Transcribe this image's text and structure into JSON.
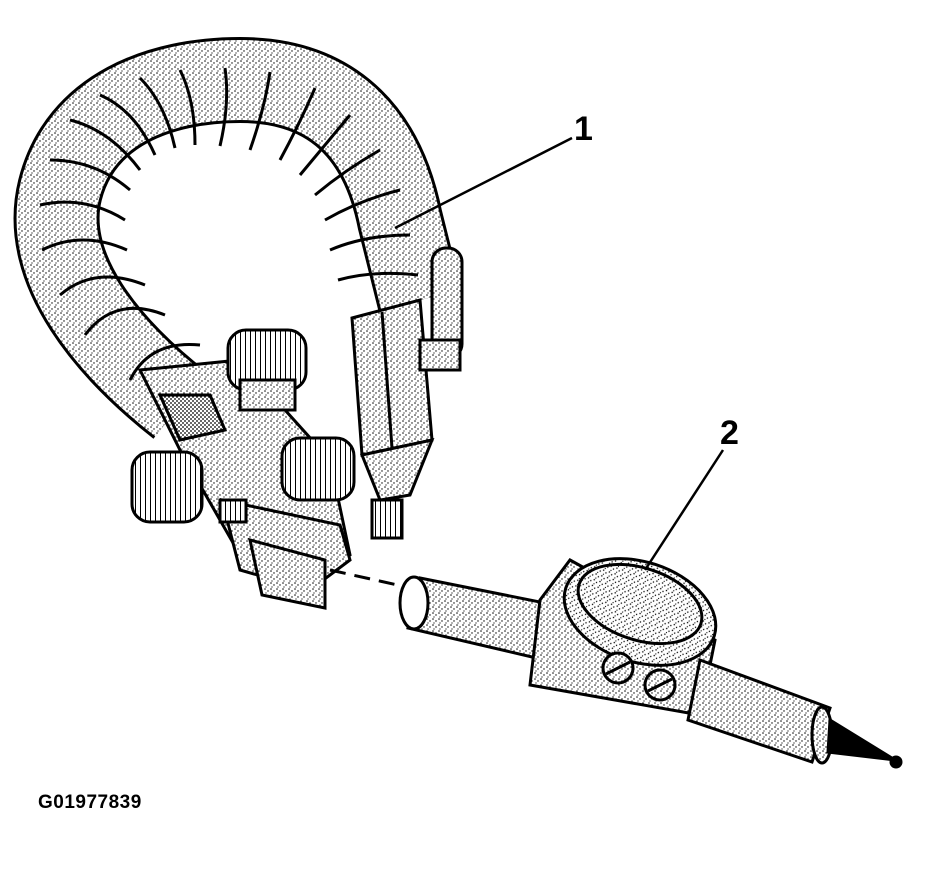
{
  "callouts": [
    {
      "label": "1"
    },
    {
      "label": "2"
    }
  ],
  "figure_id": "G01977839",
  "colors": {
    "ink": "#000000",
    "paper": "#ffffff"
  }
}
